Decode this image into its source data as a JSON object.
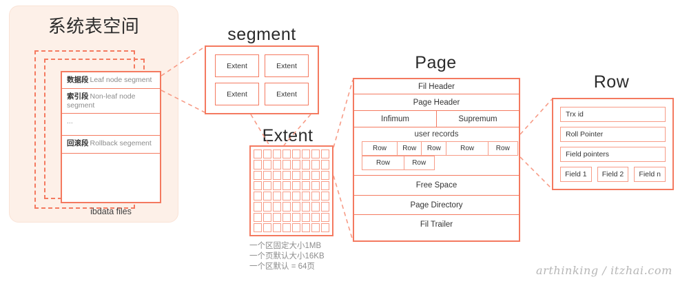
{
  "colors": {
    "accent": "#f4795f",
    "accent_light": "#f79b86",
    "card_bg": "#fdf0e8",
    "text": "#333333",
    "muted": "#8c8c8c",
    "watermark": "#b6b6b6"
  },
  "tablespace": {
    "title": "系统表空间",
    "caption": "ibdata files",
    "segments": [
      {
        "zh": "数据段",
        "en": "Leaf node segment"
      },
      {
        "zh": "索引段",
        "en": "Non-leaf node segment"
      },
      {
        "zh": "",
        "en": "..."
      },
      {
        "zh": "回滚段",
        "en": "Rollback segement"
      }
    ]
  },
  "segment": {
    "title": "segment",
    "extents": [
      "Extent",
      "Extent",
      "Extent",
      "Extent"
    ]
  },
  "extent": {
    "title": "Extent",
    "page_count": 64,
    "notes": [
      "一个区固定大小1MB",
      "一个页默认大小16KB",
      "一个区默认 = 64页"
    ]
  },
  "page": {
    "title": "Page",
    "bands": {
      "fil_header": "Fil Header",
      "page_header": "Page Header",
      "infimum": "Infimum",
      "supremum": "Supremum",
      "user_records": "user records",
      "free_space": "Free Space",
      "page_directory": "Page Directory",
      "fil_trailer": "Fil Trailer"
    },
    "user_rows": [
      [
        {
          "label": "Row",
          "width": 52
        },
        {
          "label": "Row",
          "width": 37
        },
        {
          "label": "Row",
          "width": 37
        },
        {
          "label": "Row",
          "width": 62
        },
        {
          "label": "Row",
          "width": 44
        }
      ],
      [
        {
          "label": "Row",
          "width": 62
        },
        {
          "label": "Row",
          "width": 45
        }
      ]
    ]
  },
  "row": {
    "title": "Row",
    "fields": [
      "Trx id",
      "Roll Pointer",
      "Field pointers"
    ],
    "data_fields": [
      "Field 1",
      "Field 2",
      "Field n"
    ]
  },
  "watermark": "arthinking / itzhai.com"
}
